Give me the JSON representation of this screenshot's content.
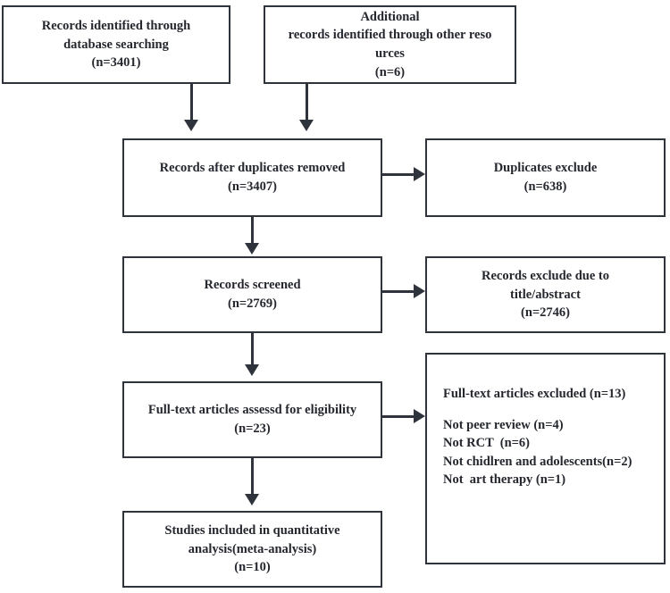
{
  "diagram": {
    "type": "prisma-flow-diagram",
    "title": "",
    "colors": {
      "box_border": "#2f333c",
      "text": "#24272e",
      "background": "#ffffff",
      "connector": "#2f333c"
    },
    "nodes": {
      "identification_database": {
        "name": "records-identified-database",
        "lines": [
          "Records identified through",
          "database searching",
          "(n=3401)"
        ],
        "count_label": "(n=3401)",
        "count": 3401
      },
      "identification_other": {
        "name": "records-identified-other-sources",
        "lines": [
          "Additional",
          "records identified through other reso",
          "urces",
          "(n=6)"
        ],
        "count_label": "(n=6)",
        "count": 6
      },
      "duplicates_removed": {
        "name": "records-after-duplicates-removed",
        "lines": [
          "Records after duplicates removed",
          "(n=3407)"
        ],
        "count_label": "(n=3407)",
        "count": 3407
      },
      "duplicates_excluded": {
        "name": "duplicates-excluded",
        "lines": [
          "Duplicates exclude",
          "(n=638)"
        ],
        "count_label": "(n=638)",
        "count": 638
      },
      "records_screened": {
        "name": "records-screened",
        "lines": [
          "Records screened",
          "(n=2769)"
        ],
        "count_label": "(n=2769)",
        "count": 2769
      },
      "records_excluded": {
        "name": "records-excluded-title-abstract",
        "lines": [
          "Records exclude due to",
          "title/abstract",
          "(n=2746)"
        ],
        "count_label": "(n=2746)",
        "count": 2746
      },
      "fulltext_assessed": {
        "name": "fulltext-articles-assessed",
        "lines": [
          "Full-text articles assessd for eligibility",
          "(n=23)"
        ],
        "count_label": "(n=23)",
        "count": 23
      },
      "fulltext_excluded": {
        "name": "fulltext-articles-excluded",
        "heading": "Full-text articles excluded (n=13)",
        "count": 13,
        "reasons": [
          "Not peer review (n=4)",
          "Not RCT  (n=6)",
          "Not chidlren and adolescents(n=2)",
          "Not  art therapy (n=1)"
        ]
      },
      "studies_included": {
        "name": "studies-included-quantitative",
        "lines": [
          "Studies included in quantitative",
          "analysis(meta-analysis)",
          "(n=10)"
        ],
        "count_label": "(n=10)",
        "count": 10
      }
    }
  }
}
